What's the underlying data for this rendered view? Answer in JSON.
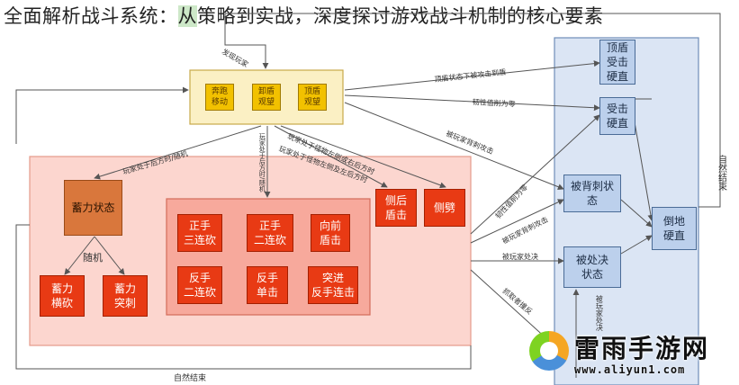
{
  "title": {
    "before": "全面解析战斗系统：",
    "highlight": "从",
    "after": "策略到实战，深度探讨游戏战斗机制的核心要素"
  },
  "top_states": [
    "奔跑\n移动",
    "卸盾\n观望",
    "顶盾\n观望"
  ],
  "charge_state": "蓄力状态",
  "random_label": "随机",
  "charge_attacks": [
    "蓄力\n横砍",
    "蓄力\n突刺"
  ],
  "combos": [
    "正手\n三连砍",
    "正手\n二连砍",
    "向前\n盾击",
    "反手\n二连砍",
    "反手\n单击",
    "突进\n反手连击"
  ],
  "side_attacks": [
    "侧后\n盾击",
    "侧劈"
  ],
  "hit_states": [
    "顶盾\n受击\n硬直",
    "受击\n硬直",
    "被背刺状\n态",
    "被处决\n状态",
    "倒地\n硬直"
  ],
  "edge_labels": {
    "natural_end_left": "发现玩家",
    "natural_end_bottom": "自然结束",
    "natural_end_right": "自然结束",
    "player_attack_random": "玩家处于后方时/随机",
    "player_side_random": "玩家处于后方时/随机",
    "player_left_back": "玩家处于怪物左侧或右后方时",
    "player_left_back2": "玩家处于怪物左侧及左后方时",
    "shield_hit": "顶盾状态下被攻击到盾",
    "toughness_zero": "韧性值削为零",
    "backstab": "被玩家背刺攻击",
    "toughness_zero2": "韧性值削为零",
    "backstab2": "被玩家背刺攻击",
    "execute": "被玩家处决",
    "exec_end": "被玩家处决",
    "grab": "抓取者撞反"
  },
  "watermark": {
    "name": "雷雨手游网",
    "url": "www.aliyun1.com"
  }
}
